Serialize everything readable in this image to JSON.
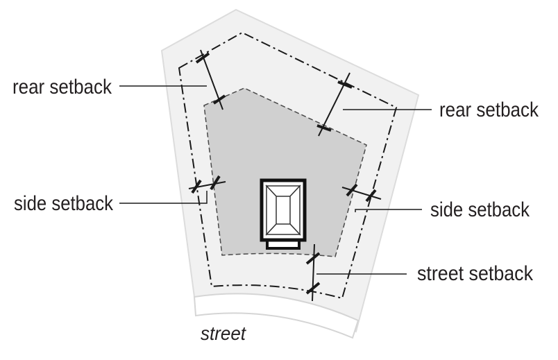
{
  "labels": {
    "rear_left": "rear setback",
    "rear_right": "rear setback",
    "side_left": "side setback",
    "side_right": "side setback",
    "street_setback": "street setback",
    "street": "street"
  },
  "colors": {
    "lot_fill": "#f1f1f1",
    "lot_edge": "#d9d9d9",
    "buildable_fill": "#d0d0d0",
    "line": "#1a1a1a",
    "text": "#231f20",
    "house_outline": "#111111"
  }
}
